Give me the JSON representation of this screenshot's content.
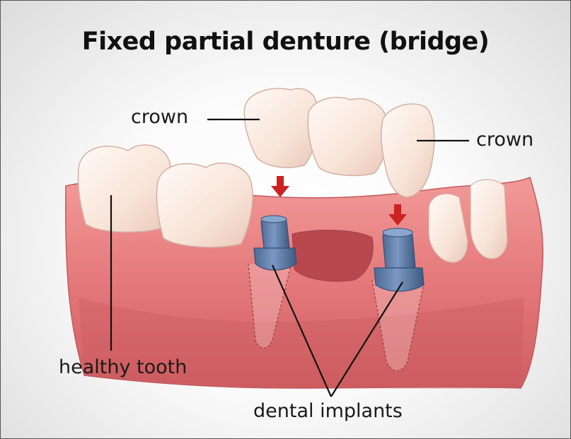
{
  "diagram": {
    "title": "Fixed partial denture (bridge)",
    "labels": {
      "crown_left": "crown",
      "crown_right": "crown",
      "healthy_tooth": "healthy tooth",
      "dental_implants": "dental implants"
    }
  },
  "colors": {
    "gum": "#e27a7a",
    "gum_dark": "#c95a5c",
    "tooth": "#f8e6dc",
    "implant": "#5f7fa8",
    "arrow": "#cc2222"
  }
}
